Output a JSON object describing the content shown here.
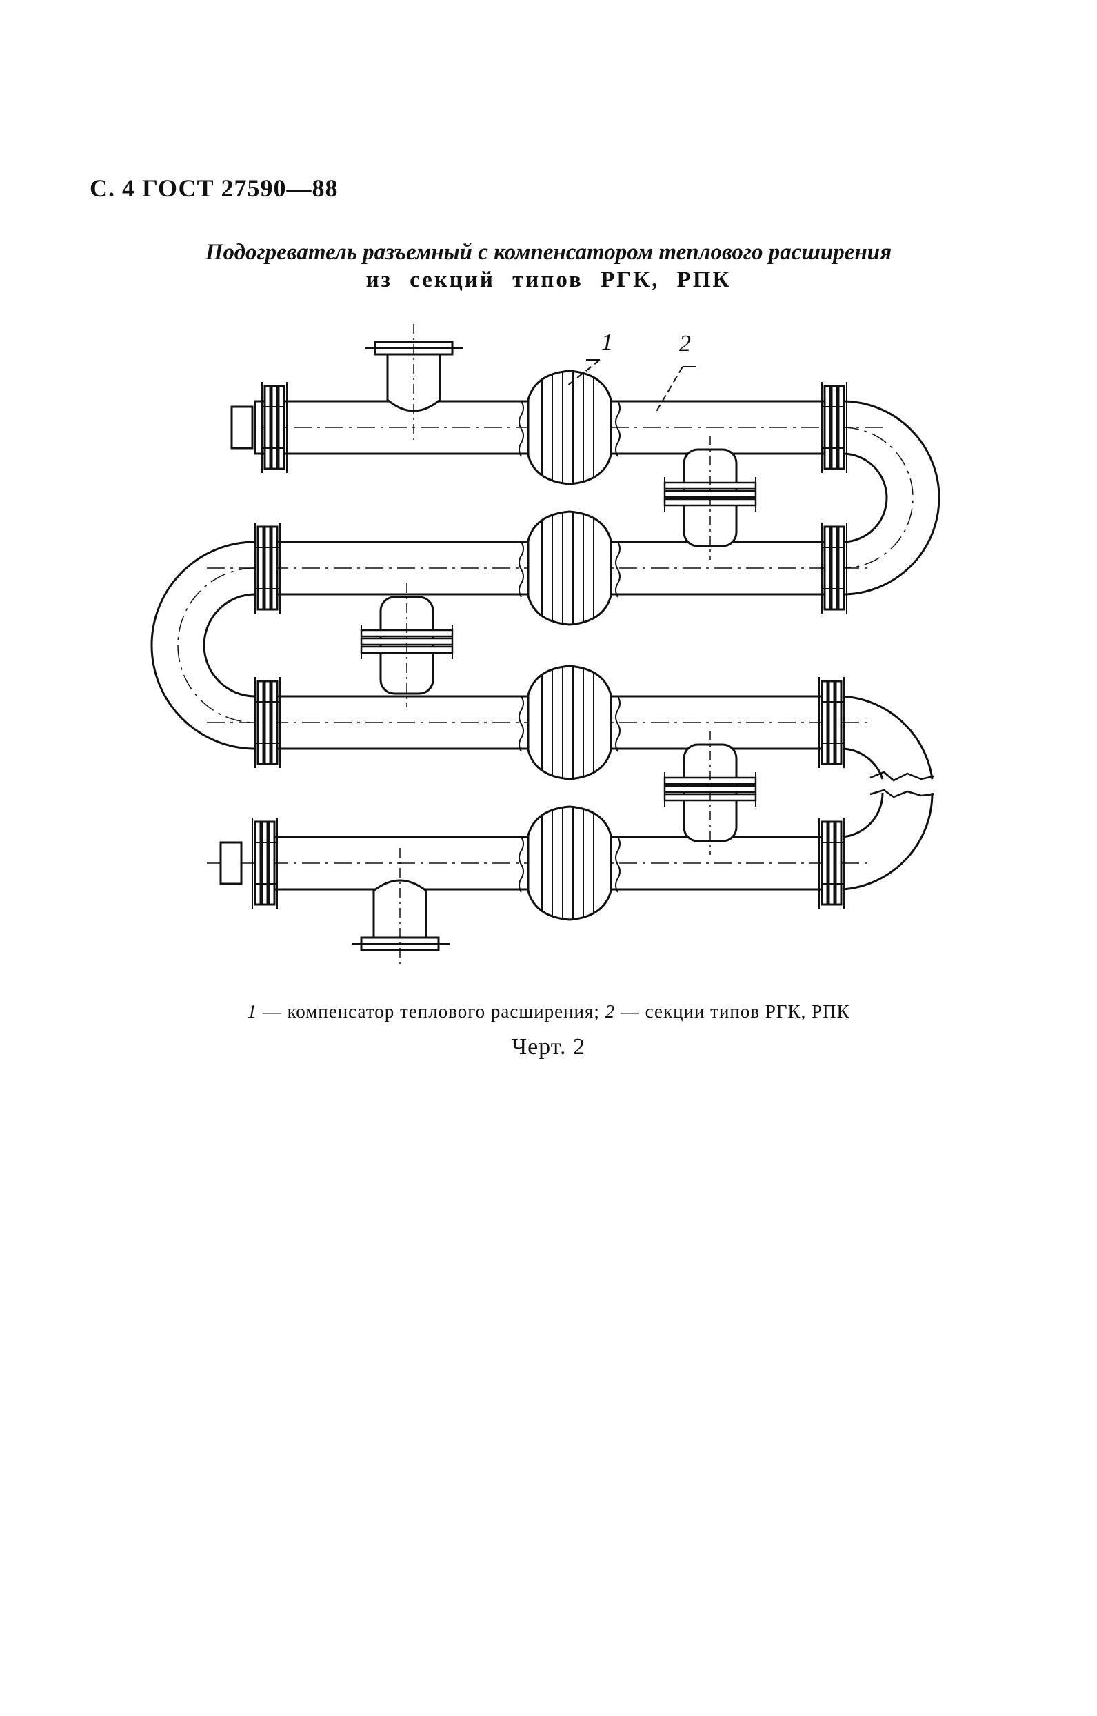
{
  "page": {
    "header": "С. 4 ГОСТ 27590—88",
    "title_line1": "Подогреватель разъемный с компенсатором теплового расширения",
    "title_line2": "из секций типов РГК, РПК"
  },
  "figure": {
    "callouts": [
      "1",
      "2"
    ],
    "legend": [
      {
        "num": "1",
        "text": " — компенсатор теплового расширения; "
      },
      {
        "num": "2",
        "text": " — секции типов РГК, РПК"
      }
    ],
    "label": "Черт. 2"
  }
}
